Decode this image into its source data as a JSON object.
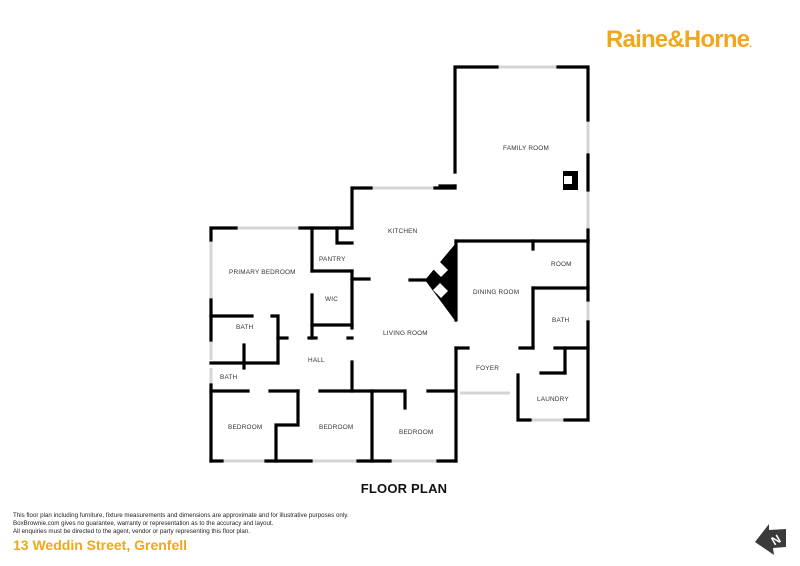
{
  "brand": {
    "logo_text": "Raine&Horne",
    "logo_dot": ".",
    "accent_color": "#f2a71b"
  },
  "plan": {
    "title": "FLOOR PLAN",
    "wall_color": "#000000",
    "window_color": "#d9d9d9",
    "rooms": {
      "family_room": "FAMILY ROOM",
      "kitchen": "KITCHEN",
      "pantry": "PANTRY",
      "primary_bedroom": "PRIMARY BEDROOM",
      "wic": "WIC",
      "bath_ensuite": "BATH",
      "living_room": "LIVING ROOM",
      "dining_room": "DINING ROOM",
      "room": "ROOM",
      "bath_right": "BATH",
      "hall": "HALL",
      "bath_hall": "BATH",
      "foyer": "FOYER",
      "laundry": "LAUNDRY",
      "bedroom_1": "BEDROOM",
      "bedroom_2": "BEDROOM",
      "bedroom_3": "BEDROOM"
    }
  },
  "footer": {
    "disclaimer": [
      "This floor plan including furniture, fixture measurements and dimensions are approximate and for illustrative purposes only.",
      "BoxBrownie.com gives no guarantee, warranty or representation as to the accuracy and layout.",
      "All enquiries must be directed to the agent, vendor or party representing this floor plan."
    ],
    "address": "13 Weddin Street, Grenfell"
  },
  "compass": {
    "icon": "north-arrow-icon",
    "letter": "N"
  }
}
